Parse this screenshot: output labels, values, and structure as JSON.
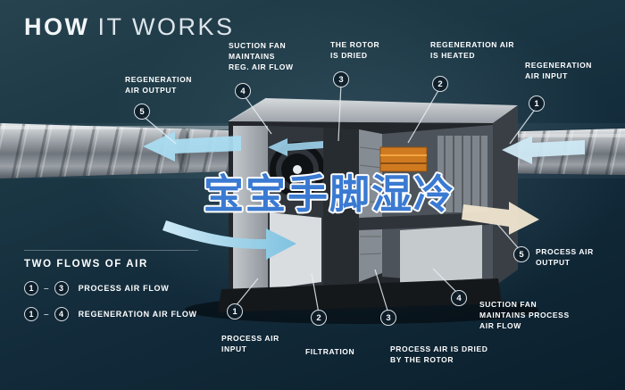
{
  "title": {
    "word1": "HOW",
    "word2": "IT WORKS"
  },
  "watermark": "宝宝手脚湿冷",
  "callouts": {
    "reg_air_output": {
      "num": "5",
      "label": "REGENERATION\nAIR OUTPUT"
    },
    "suction_fan_reg": {
      "num": "4",
      "label": "SUCTION FAN\nMAINTAINS\nREG. AIR FLOW"
    },
    "rotor_dried": {
      "num": "3",
      "label": "THE ROTOR\nIS DRIED"
    },
    "reg_air_heated": {
      "num": "2",
      "label": "REGENERATION AIR\nIS HEATED"
    },
    "reg_air_input": {
      "num": "1",
      "label": "REGENERATION\nAIR INPUT"
    },
    "process_air_output": {
      "num": "5",
      "label": "PROCESS AIR\nOUTPUT"
    },
    "suction_fan_process": {
      "num": "4",
      "label": "SUCTION FAN\nMAINTAINS PROCESS\nAIR FLOW"
    },
    "process_air_dried": {
      "num": "3",
      "label": "PROCESS AIR IS DRIED\nBY THE ROTOR"
    },
    "filtration": {
      "num": "2",
      "label": "FILTRATION"
    },
    "process_air_input": {
      "num": "1",
      "label": "PROCESS AIR\nINPUT"
    }
  },
  "legend": {
    "heading": "TWO FLOWS OF AIR",
    "rows": [
      {
        "from": "1",
        "to": "3",
        "label": "PROCESS AIR FLOW"
      },
      {
        "from": "1",
        "to": "4",
        "label": "REGENERATION AIR FLOW"
      }
    ]
  },
  "colors": {
    "background": "#15303e",
    "flow_arrow_blue": "#aadcf1",
    "output_arrow_cream": "#ece2cc",
    "heater_orange": "#d07a20",
    "watermark_blue": "#3a7ad2"
  }
}
